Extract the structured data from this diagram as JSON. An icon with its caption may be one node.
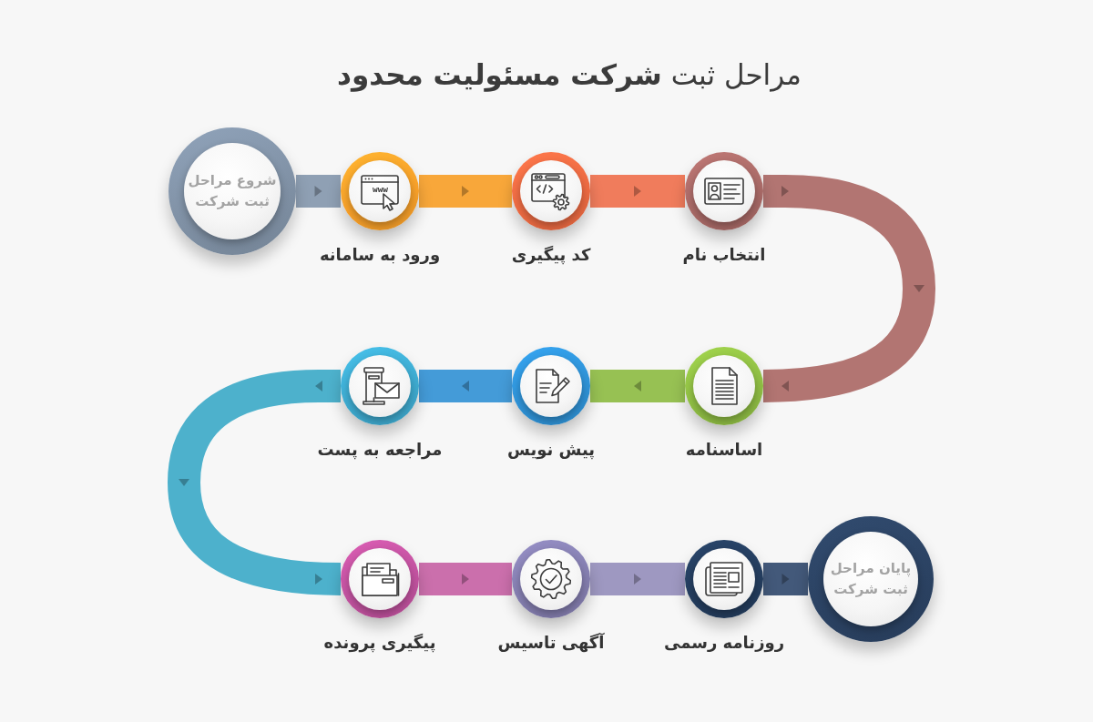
{
  "diagram": {
    "title": "مراحل ثبت **شرکت مسئولیت محدود**",
    "nodes": [
      {
        "text": [
          "شروع مراحل ثبت شرکت"
        ]
      },
      {
        "text": [
          "ورود به سامانه"
        ]
      },
      {
        "text": [
          "کد پیگیری"
        ]
      },
      {
        "text": [
          "انتخاب نام"
        ]
      },
      {
        "text": [
          "اساسنامه"
        ]
      },
      {
        "text": [
          "پیش نویس"
        ]
      },
      {
        "text": [
          "مراجعه به پست"
        ]
      },
      {
        "text": [
          "پیگیری پرونده"
        ]
      },
      {
        "text": [
          "آگهی تاسیس"
        ]
      },
      {
        "text": [
          "روزنامه رسمی"
        ]
      },
      {
        "text": [
          "پایان مراحل ثبت شرکت"
        ]
      }
    ],
    "edges": [
      {
        "from": 0,
        "to": 1,
        "arrow": "to",
        "color": "#8fa0b4"
      },
      {
        "from": 1,
        "to": 2,
        "arrow": "to",
        "color": "#f8a73a"
      },
      {
        "from": 2,
        "to": 3,
        "arrow": "to",
        "color": "#f07c5c"
      },
      {
        "from": 3,
        "to": 4,
        "arrow": "to",
        "color": "#b27572"
      },
      {
        "from": 4,
        "to": 5,
        "arrow": "to",
        "color": "#97c153"
      },
      {
        "from": 5,
        "to": 6,
        "arrow": "to",
        "color": "#449bd8"
      },
      {
        "from": 6,
        "to": 7,
        "arrow": "to",
        "color": "#4db1cc"
      },
      {
        "from": 7,
        "to": 8,
        "arrow": "to",
        "color": "#cb6fac"
      },
      {
        "from": 8,
        "to": 9,
        "arrow": "to",
        "color": "#9e98c1"
      },
      {
        "from": 9,
        "to": 10,
        "arrow": "to",
        "color": "#43597a"
      }
    ],
    "labels": [
      "www"
    ]
  }
}
